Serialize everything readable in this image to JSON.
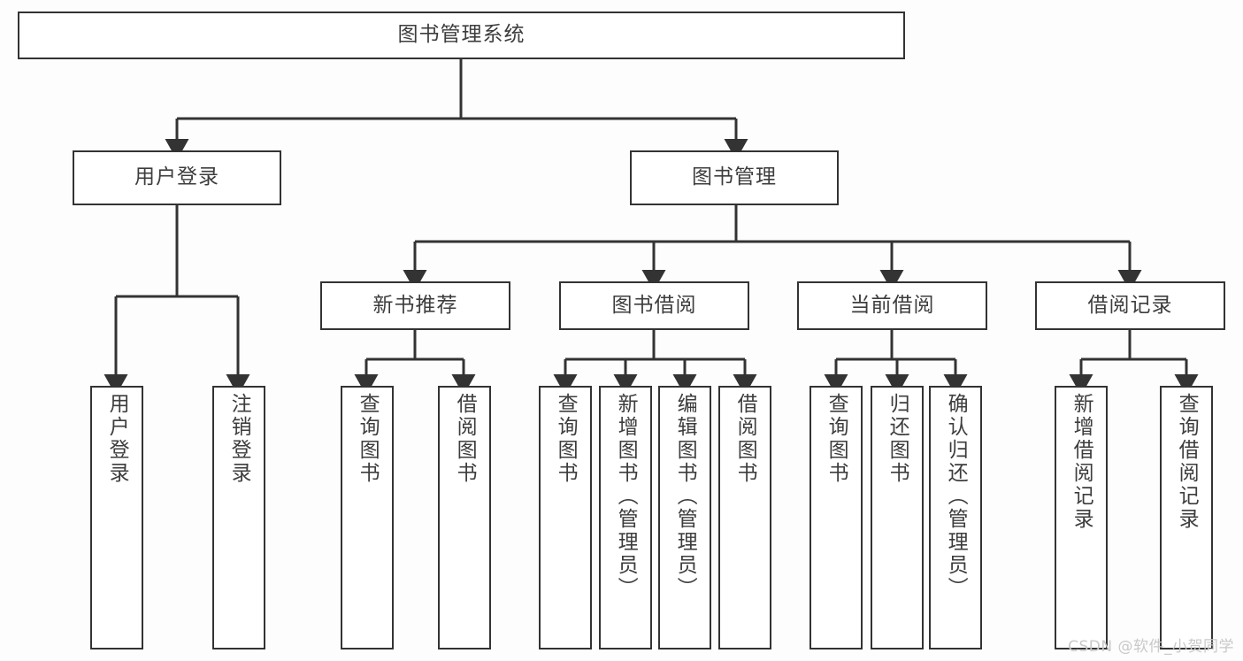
{
  "diagram": {
    "title": "图书管理系统",
    "type": "tree-hierarchy-diagram",
    "colors": {
      "background": "#fdfdfd",
      "node_fill": "#ffffff",
      "node_border": "#333333",
      "edge": "#333333",
      "text": "#3d3d3d",
      "watermark": "#c9c9c9"
    },
    "root": {
      "label": "图书管理系统"
    },
    "level2": [
      {
        "label": "用户登录"
      },
      {
        "label": "图书管理"
      }
    ],
    "level3": [
      {
        "label": "新书推荐"
      },
      {
        "label": "图书借阅"
      },
      {
        "label": "当前借阅"
      },
      {
        "label": "借阅记录"
      }
    ],
    "leaves": {
      "user_login": [
        {
          "label": "用户登录"
        },
        {
          "label": "注销登录"
        }
      ],
      "new_book_recommend": [
        {
          "label": "查询图书"
        },
        {
          "label": "借阅图书"
        }
      ],
      "book_borrow": [
        {
          "label": "查询图书"
        },
        {
          "label": "新增图书（管理员）"
        },
        {
          "label": "编辑图书（管理员）"
        },
        {
          "label": "借阅图书"
        }
      ],
      "current_borrow": [
        {
          "label": "查询图书"
        },
        {
          "label": "归还图书"
        },
        {
          "label": "确认归还（管理员）"
        }
      ],
      "borrow_record": [
        {
          "label": "新增借阅记录"
        },
        {
          "label": "查询借阅记录"
        }
      ]
    },
    "watermark": "CSDN @软件_小贺同学"
  }
}
